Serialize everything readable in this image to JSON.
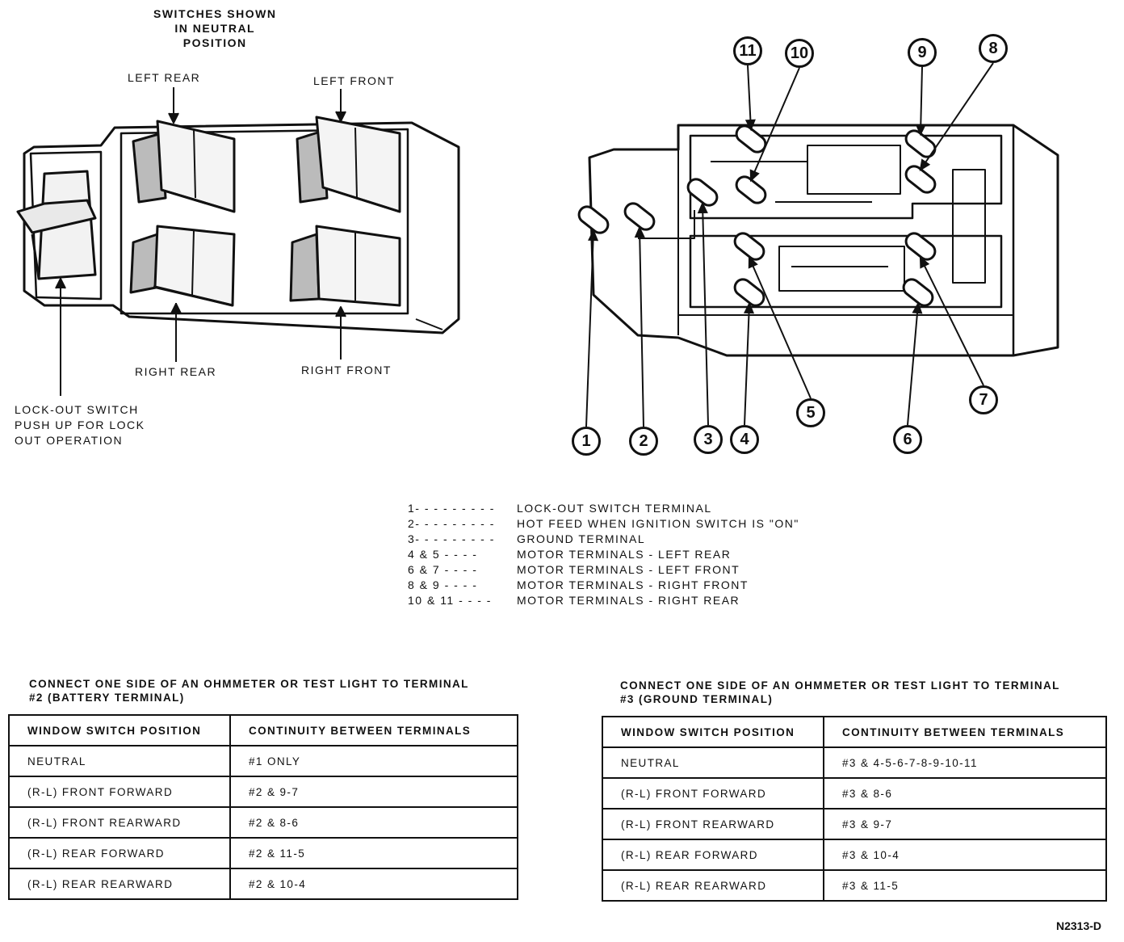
{
  "switch_diagram": {
    "title_lines": [
      "SWITCHES SHOWN",
      "IN NEUTRAL",
      "POSITION"
    ],
    "left_rear": "LEFT REAR",
    "left_front": "LEFT FRONT",
    "right_rear": "RIGHT REAR",
    "right_front": "RIGHT FRONT",
    "lockout_lines": [
      "LOCK-OUT SWITCH",
      "PUSH UP FOR LOCK",
      "OUT OPERATION"
    ]
  },
  "connector": {
    "terminal_numbers": [
      "1",
      "2",
      "3",
      "4",
      "5",
      "6",
      "7",
      "8",
      "9",
      "10",
      "11"
    ]
  },
  "legend": [
    {
      "key": "1- - - - - - - - -",
      "value": "LOCK-OUT SWITCH TERMINAL"
    },
    {
      "key": "2- - - - - - - - -",
      "value": "HOT FEED WHEN IGNITION SWITCH IS \"ON\""
    },
    {
      "key": "3- - - - - - - - -",
      "value": "GROUND TERMINAL"
    },
    {
      "key": "4  &  5   - - - -",
      "value": "MOTOR TERMINALS - LEFT REAR"
    },
    {
      "key": "6  &  7   - - - -",
      "value": "MOTOR TERMINALS - LEFT FRONT"
    },
    {
      "key": "8  &  9   - - - -",
      "value": "MOTOR TERMINALS - RIGHT FRONT"
    },
    {
      "key": "10  &  11  - - - -",
      "value": "MOTOR TERMINALS - RIGHT REAR"
    }
  ],
  "table_left": {
    "title_lines": [
      "CONNECT ONE SIDE OF AN OHMMETER OR TEST LIGHT TO TERMINAL",
      "#2 (BATTERY TERMINAL)"
    ],
    "headers": [
      "WINDOW SWITCH POSITION",
      "CONTINUITY BETWEEN TERMINALS"
    ],
    "rows": [
      [
        "NEUTRAL",
        "#1 ONLY"
      ],
      [
        "(R-L) FRONT FORWARD",
        "#2 & 9-7"
      ],
      [
        "(R-L) FRONT REARWARD",
        "#2 & 8-6"
      ],
      [
        "(R-L) REAR FORWARD",
        "#2 & 11-5"
      ],
      [
        "(R-L) REAR REARWARD",
        "#2 & 10-4"
      ]
    ]
  },
  "table_right": {
    "title_lines": [
      "CONNECT ONE SIDE OF AN OHMMETER OR TEST LIGHT TO TERMINAL",
      "#3 (GROUND TERMINAL)"
    ],
    "headers": [
      "WINDOW SWITCH POSITION",
      "CONTINUITY BETWEEN TERMINALS"
    ],
    "rows": [
      [
        "NEUTRAL",
        "#3 & 4-5-6-7-8-9-10-11"
      ],
      [
        "(R-L) FRONT FORWARD",
        "#3 & 8-6"
      ],
      [
        "(R-L) FRONT REARWARD",
        "#3 & 9-7"
      ],
      [
        "(R-L) REAR FORWARD",
        "#3 & 10-4"
      ],
      [
        "(R-L) REAR REARWARD",
        "#3 & 11-5"
      ]
    ]
  },
  "figure_code": "N2313-D"
}
